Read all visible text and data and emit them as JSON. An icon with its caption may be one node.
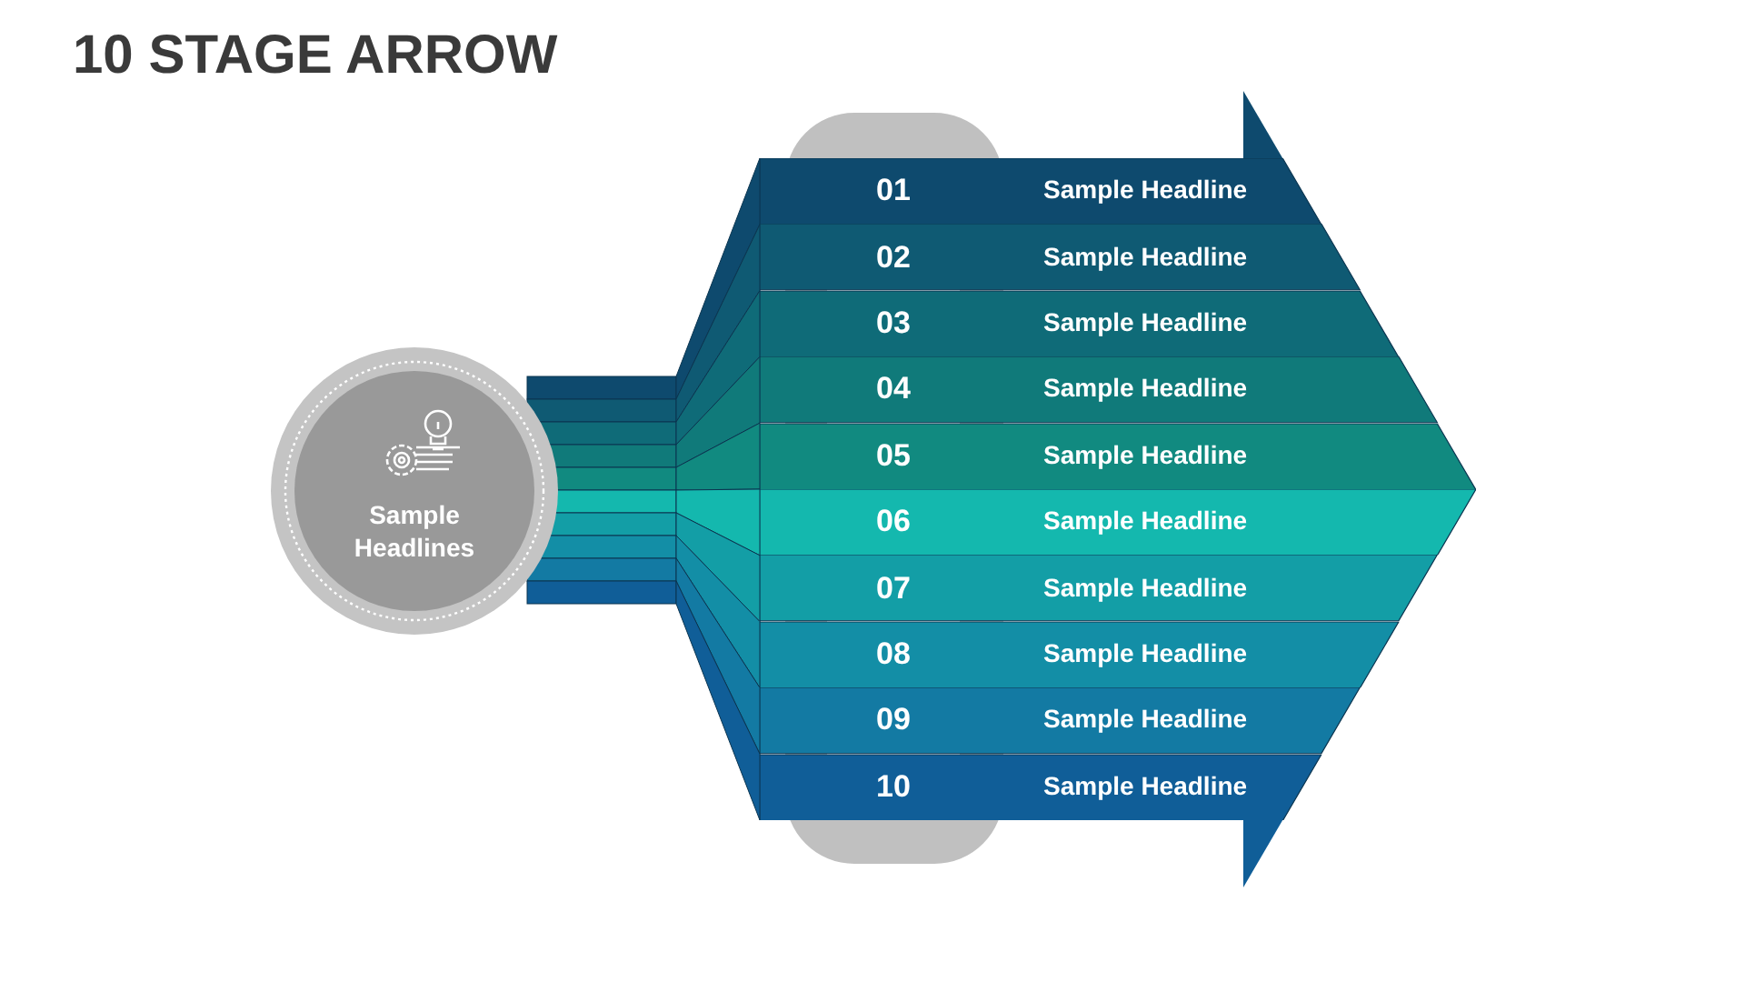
{
  "diagram": {
    "title": "10 STAGE ARROW",
    "nodes": [
      {
        "text": [
          "Sample Headlines"
        ]
      },
      {
        "text": [
          "01",
          "Sample Headline"
        ]
      },
      {
        "text": [
          "02",
          "Sample Headline"
        ]
      },
      {
        "text": [
          "03",
          "Sample Headline"
        ]
      },
      {
        "text": [
          "04",
          "Sample Headline"
        ]
      },
      {
        "text": [
          "05",
          "Sample Headline"
        ]
      },
      {
        "text": [
          "06",
          "Sample Headline"
        ]
      },
      {
        "text": [
          "07",
          "Sample Headline"
        ]
      },
      {
        "text": [
          "08",
          "Sample Headline"
        ]
      },
      {
        "text": [
          "09",
          "Sample Headline"
        ]
      },
      {
        "text": [
          "10",
          "Sample Headline"
        ]
      }
    ],
    "edges": []
  }
}
